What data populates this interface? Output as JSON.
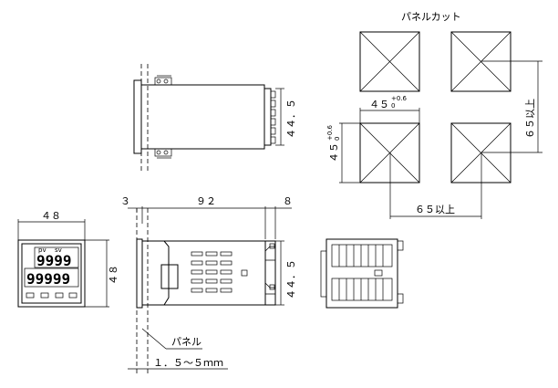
{
  "panel_cut": {
    "title": "パネルカット",
    "dim_width": "４５",
    "dim_width_tol": "+0.6",
    "dim_width_tol0": "0",
    "dim_height": "４５",
    "dim_height_tol": "+0.6",
    "dim_height_tol0": "0",
    "spacing_vertical": "６５以上",
    "spacing_horizontal": "６５以上"
  },
  "top_view": {
    "depth_dim": "４４．５"
  },
  "front_view": {
    "width_dim": "４８",
    "height_dim": "４８",
    "display_top": "9999",
    "display_bottom": "99999"
  },
  "side_view": {
    "bezel_dim": "３",
    "body_dim": "９２",
    "terminal_dim": "８",
    "depth_dim": "４４．５",
    "panel_label": "パネル",
    "panel_thickness": "１．５～５ｍｍ"
  }
}
